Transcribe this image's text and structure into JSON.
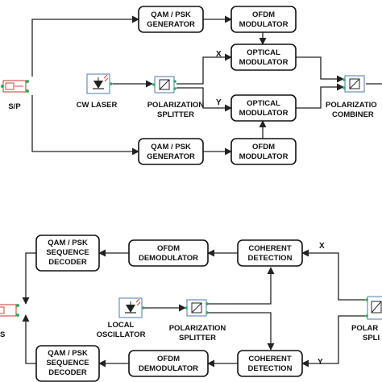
{
  "transmitter": {
    "sp_label": "S/P",
    "qam_top": [
      "QAM / PSK",
      "GENERATOR"
    ],
    "ofdm_top": [
      "OFDM",
      "MODULATOR"
    ],
    "opt_top": [
      "OPTICAL",
      "MODULATOR"
    ],
    "opt_bottom": [
      "OPTICAL",
      "MODULATOR"
    ],
    "qam_bottom": [
      "QAM / PSK",
      "GENERATOR"
    ],
    "ofdm_bottom": [
      "OFDM",
      "MODULATOR"
    ],
    "laser_label": "CW LASER",
    "splitter_label": [
      "POLARIZATION",
      "SPLITTER"
    ],
    "combiner_label": [
      "POLARIZATIO",
      "COMBINER"
    ],
    "x_label": "X",
    "y_label": "Y"
  },
  "receiver": {
    "dec_top": [
      "QAM / PSK",
      "SEQUENCE",
      "DECODER"
    ],
    "demod_top": [
      "OFDM",
      "DEMODULATOR"
    ],
    "coh_top": [
      "COHERENT",
      "DETECTION"
    ],
    "lo_label": [
      "LOCAL",
      "OSCILLATOR"
    ],
    "splitter_label": [
      "POLARIZATION",
      "SPLITTER"
    ],
    "dec_bottom": [
      "QAM / PSK",
      "SEQUENCE",
      "DECODER"
    ],
    "demod_bottom": [
      "OFDM",
      "DEMODULATOR"
    ],
    "coh_bottom": [
      "COHERENT",
      "DETECTION"
    ],
    "right_splitter_label": [
      "POLAR",
      "SPLI"
    ],
    "left_label": "S",
    "x_label": "X",
    "y_label": "Y"
  }
}
